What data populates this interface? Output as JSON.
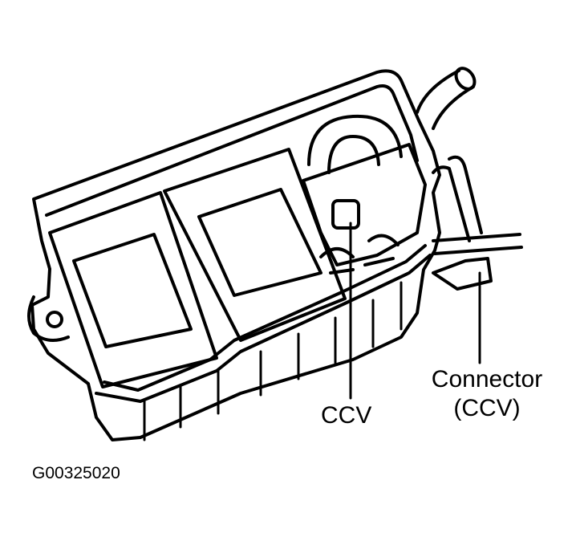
{
  "labels": {
    "ccv": "CCV",
    "connector_line1": "Connector",
    "connector_line2": "(CCV)"
  },
  "figure_id": "G00325020",
  "colors": {
    "ink": "#000000",
    "background": "#ffffff"
  }
}
